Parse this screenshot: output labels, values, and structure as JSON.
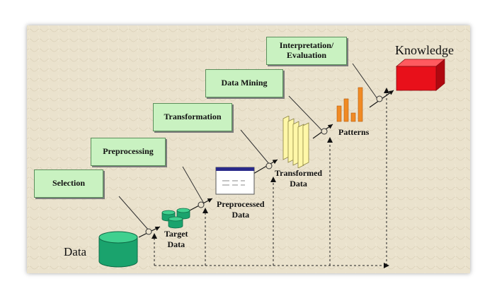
{
  "steps": {
    "selection": "Selection",
    "preprocessing": "Preprocessing",
    "transformation": "Transformation",
    "data_mining": "Data Mining",
    "interpretation": "Interpretation/\nEvaluation"
  },
  "items": {
    "data": "Data",
    "target_data": "Target\nData",
    "preprocessed_data": "Preprocessed\nData",
    "transformed_data": "Transformed\nData",
    "patterns": "Patterns",
    "knowledge": "Knowledge"
  },
  "colors": {
    "background": "#eae2cd",
    "step_box": "#c9f2c1",
    "cylinder": "#1aa36d",
    "knowledge": "#e8101a",
    "patterns": "#f08a24",
    "transformed": "#fff7a8"
  }
}
